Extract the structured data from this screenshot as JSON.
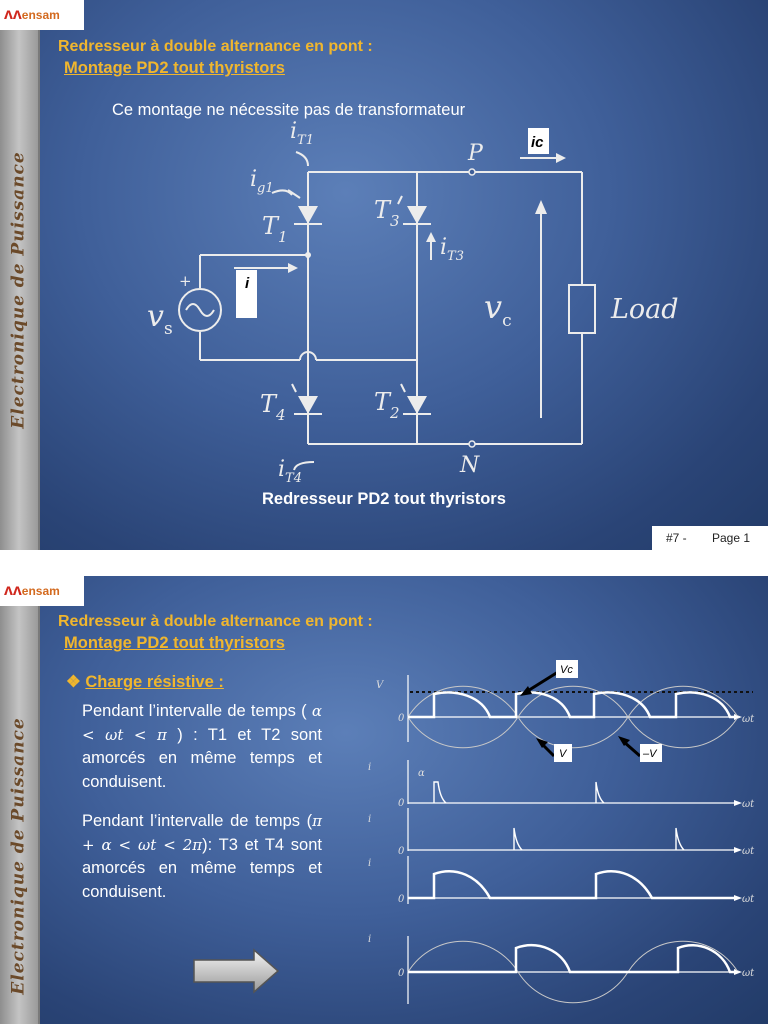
{
  "slide1": {
    "logo": "ensam",
    "sidebar_text": "Electronique de Puissance",
    "title_line1": "Redresseur à double alternance en pont :",
    "title_line2": "Montage PD2 tout thyristors",
    "subtitle": "Ce montage ne nécessite pas de transformateur",
    "caption": "Redresseur PD2 tout thyristors",
    "footer_num": "#7 -",
    "footer_page": "Page 1",
    "circuit": {
      "iT1": "i",
      "iT1_sub": "T1",
      "ig1": "i",
      "ig1_sub": "g1",
      "T1": "T",
      "T1_sub": "1",
      "T3": "T",
      "T3_sub": "3",
      "iT3": "i",
      "iT3_sub": "T3",
      "P": "P",
      "ic": "ic",
      "vs": "v",
      "vs_sub": "s",
      "plus": "+",
      "i": "i",
      "vc": "v",
      "vc_sub": "c",
      "load": "Load",
      "T4": "T",
      "T4_sub": "4",
      "T2": "T",
      "T2_sub": "2",
      "iT4": "i",
      "iT4_sub": "T4",
      "N": "N"
    }
  },
  "slide2": {
    "logo": "ensam",
    "sidebar_text": "Electronique de Puissance",
    "title_line1": "Redresseur à double alternance en pont :",
    "title_line2": "Montage PD2 tout thyristors",
    "bullet_marker": "❖",
    "bullet_label": "Charge résistive :",
    "para1_a": "Pendant l’intervalle de temps (",
    "para1_math": "α < ωt < π",
    "para1_b": ") : T1 et T2 sont amorcés en même temps et conduisent.",
    "para2_a": "Pendant l’intervalle de temps (",
    "para2_math": "π + α < ωt < 2π",
    "para2_b": "): T3 et T4 sont amorcés en même temps et conduisent.",
    "waveforms": {
      "vc_label": "Vc",
      "v_label": "V",
      "negv_label": "–V",
      "vmax": "V",
      "zero": "0",
      "wt": "ωt",
      "alpha": "α",
      "ig13": "i",
      "ig24": "i",
      "iT12": "i",
      "iT34": "i"
    }
  }
}
